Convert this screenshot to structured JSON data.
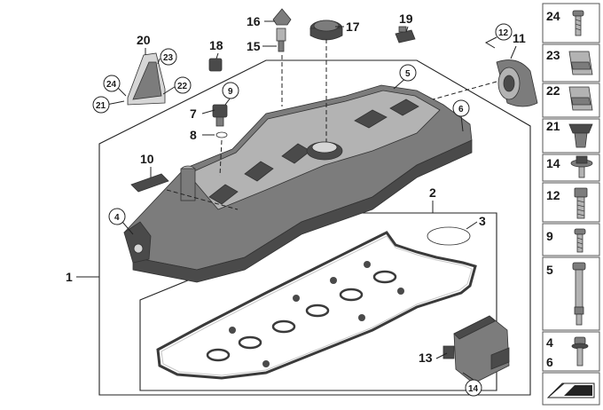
{
  "callouts": {
    "c1": "1",
    "c2": "2",
    "c3": "3",
    "c4": "4",
    "c5": "5",
    "c6": "6",
    "c7": "7",
    "c8": "8",
    "c9": "9",
    "c10": "10",
    "c11": "11",
    "c12": "12",
    "c13": "13",
    "c14": "14",
    "c15": "15",
    "c16": "16",
    "c17": "17",
    "c18": "18",
    "c19": "19",
    "c20": "20",
    "c21": "21",
    "c22": "22",
    "c23": "23",
    "c24": "24"
  },
  "sidebar": {
    "items": [
      {
        "label": "24",
        "icon": "screw-short-icon"
      },
      {
        "label": "23",
        "icon": "clip-nut-icon"
      },
      {
        "label": "22",
        "icon": "clip-nut-icon"
      },
      {
        "label": "21",
        "icon": "expanding-clip-icon"
      },
      {
        "label": "14",
        "icon": "collar-screw-icon"
      },
      {
        "label": "12",
        "icon": "hex-bolt-icon"
      },
      {
        "label": "9",
        "icon": "screw-short-icon"
      },
      {
        "label": "5",
        "icon": "long-stud-bolt-icon"
      },
      {
        "label": "4",
        "label2": "6",
        "icon": "flange-screw-icon"
      }
    ],
    "footer_icon": "flag-arrow-icon"
  },
  "colors": {
    "line": "#222222",
    "part_dark": "#4a4a4a",
    "part_mid": "#7c7c7c",
    "part_light": "#b3b3b3"
  }
}
